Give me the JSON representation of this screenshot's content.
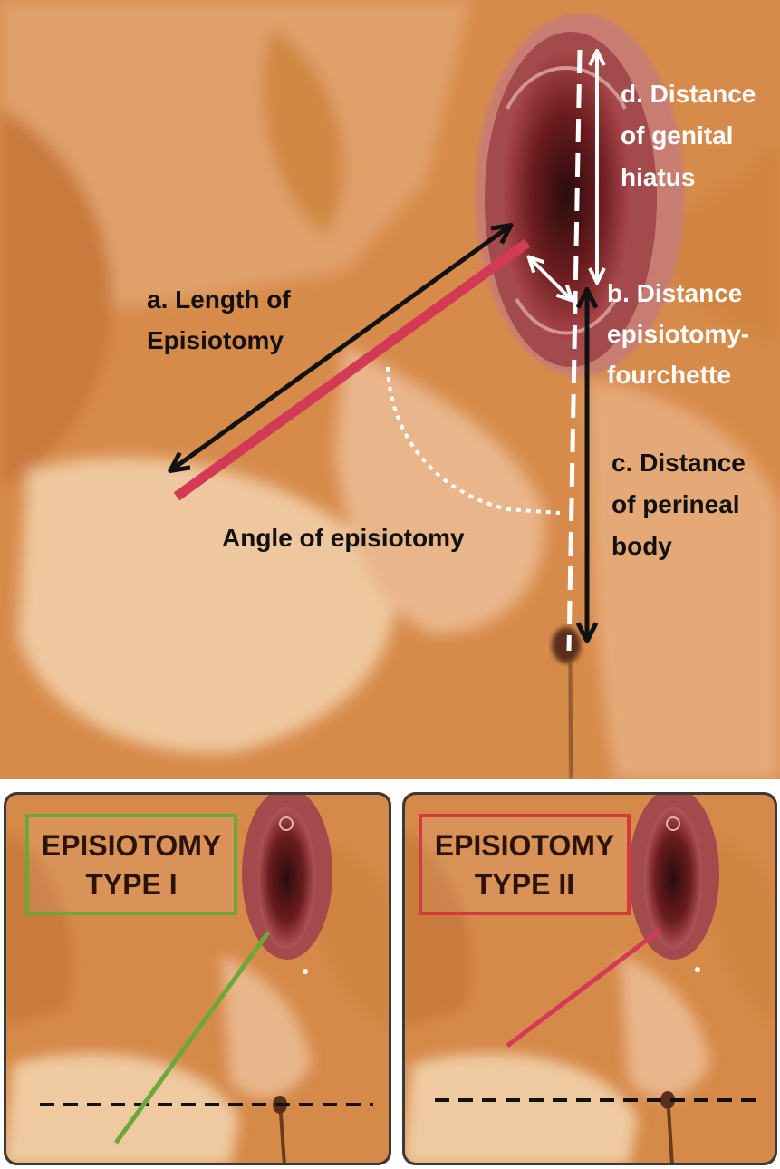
{
  "main": {
    "labels": {
      "d_line1": "d. Distance",
      "d_line2": "of genital",
      "d_line3": "hiatus",
      "a_line1": "a. Length of",
      "a_line2": "Episiotomy",
      "b_line1": "b. Distance",
      "b_line2": "episiotomy-",
      "b_line3": "fourchette",
      "c_line1": "c. Distance",
      "c_line2": "of perineal",
      "c_line3": "body",
      "angle": "Angle of episiotomy"
    }
  },
  "panel_type1": {
    "title_line1": "EPISIOTOMY",
    "title_line2": "TYPE I",
    "color": "#6aa83b"
  },
  "panel_type2": {
    "title_line1": "EPISIOTOMY",
    "title_line2": "TYPE II",
    "color": "#d23a3c"
  },
  "colors": {
    "skin": "#d89352",
    "skin_light": "#eab98a",
    "incision": "#d23a55",
    "arrow_dark": "#111111",
    "arrow_light": "#ffffff"
  }
}
